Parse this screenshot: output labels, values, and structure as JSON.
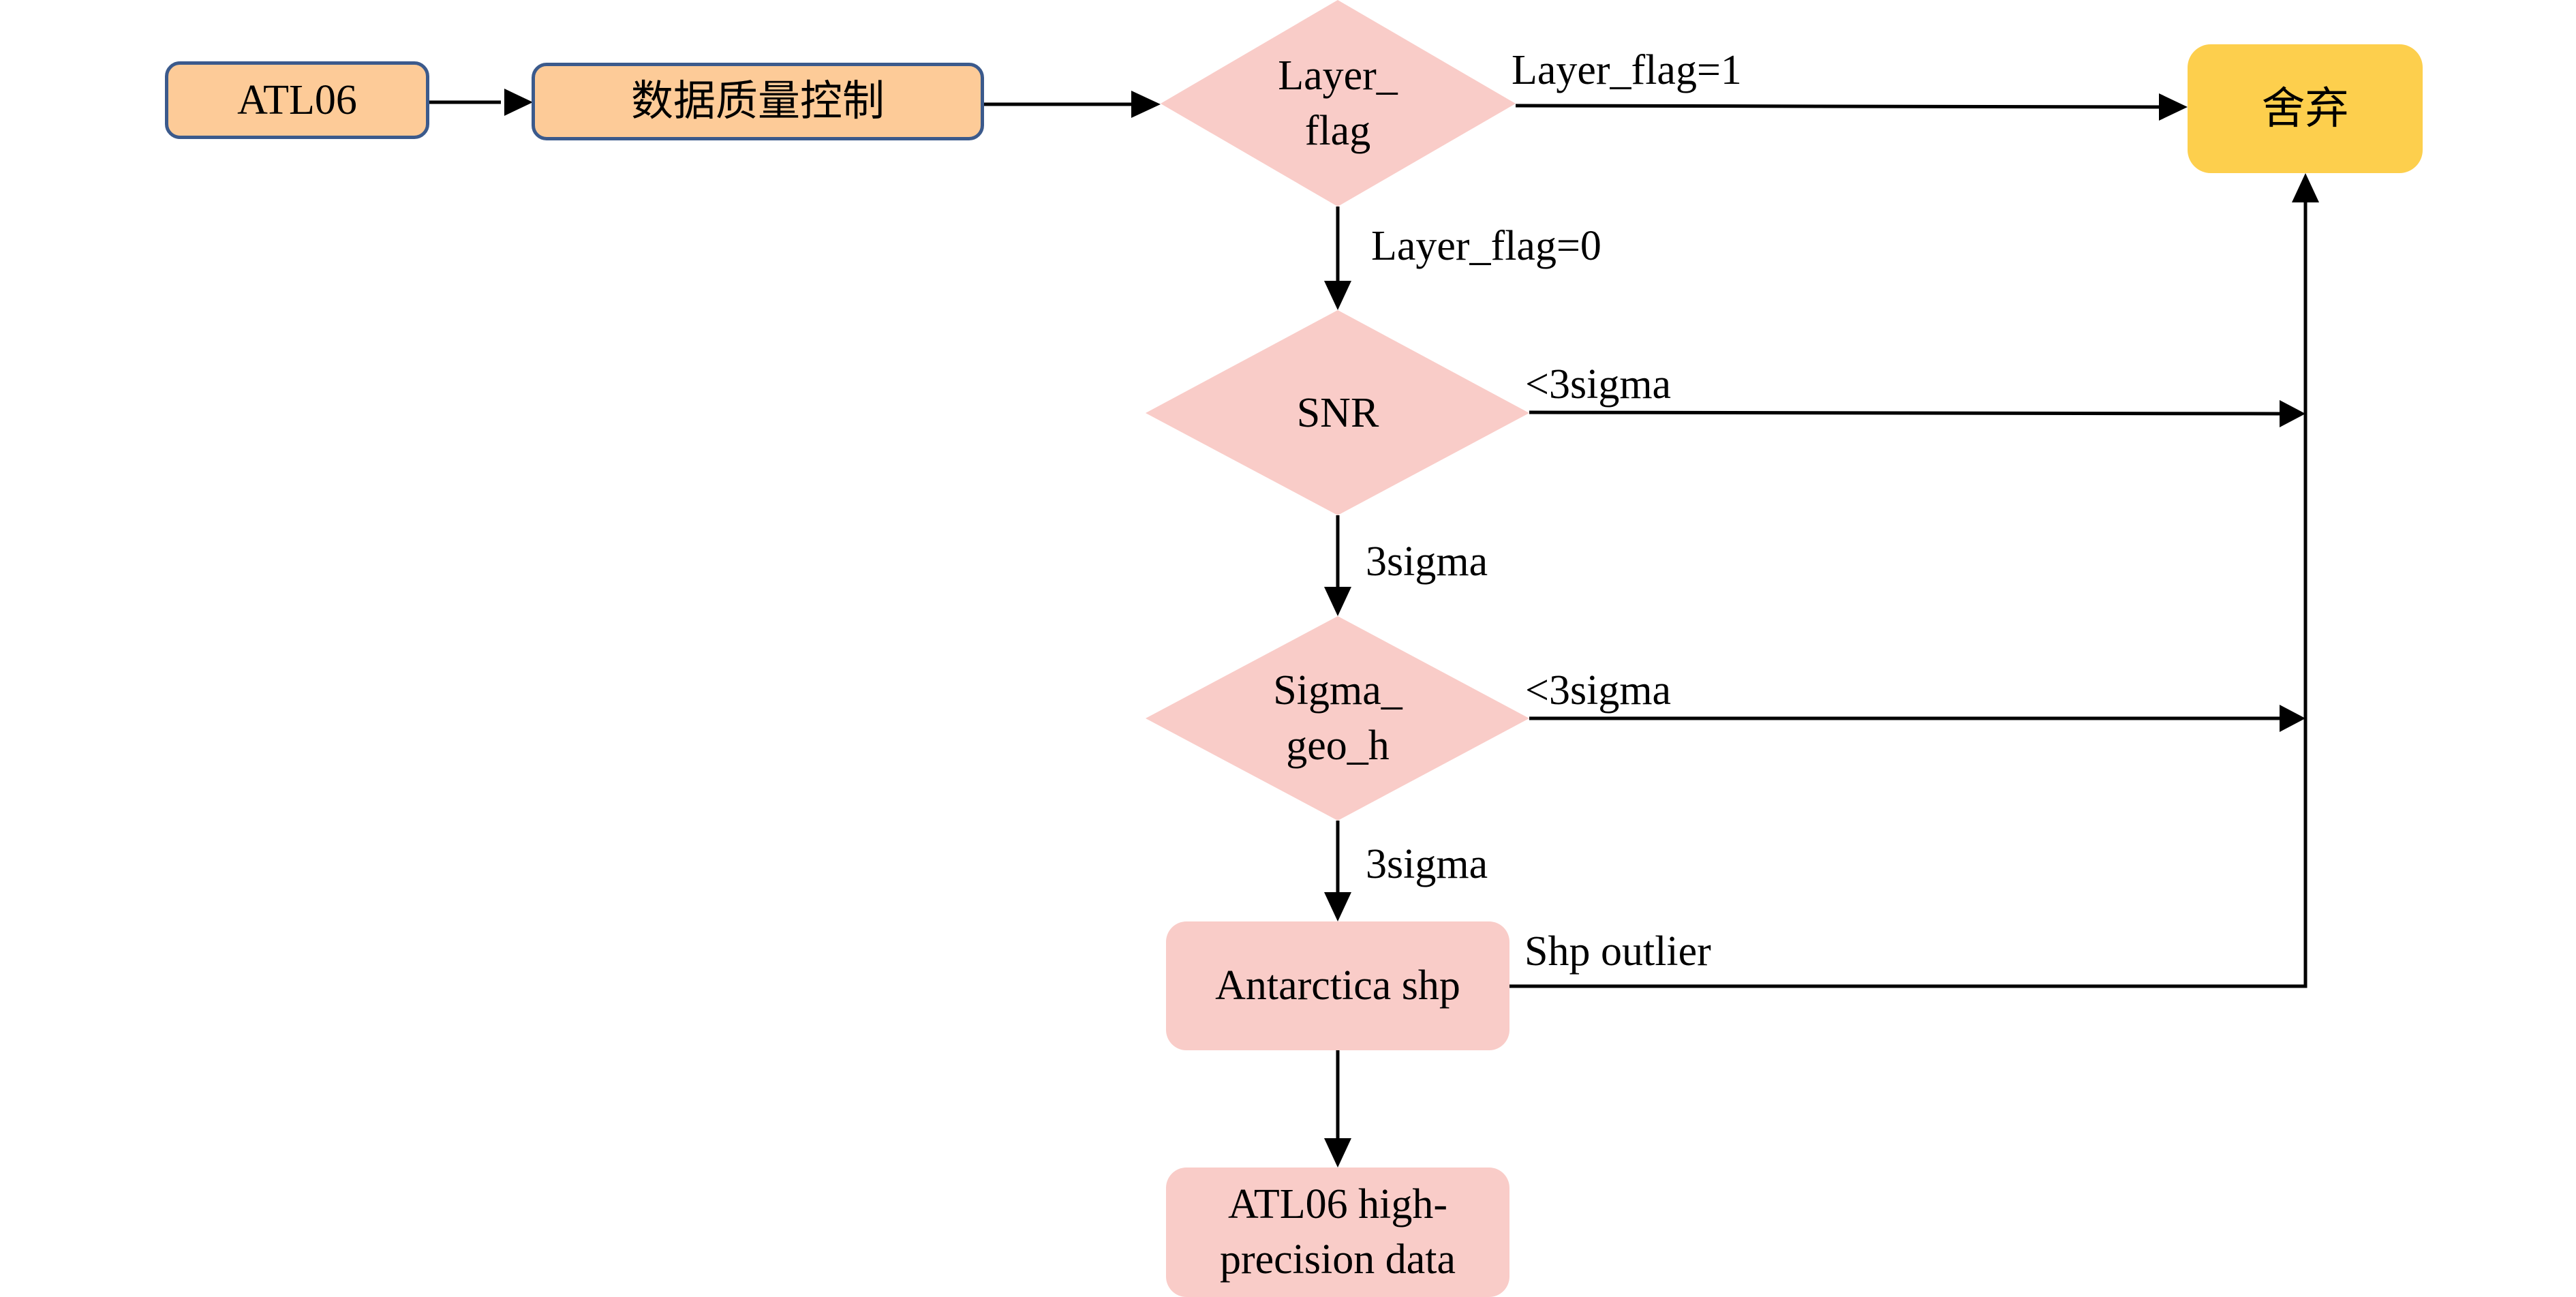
{
  "diagram": {
    "nodes": {
      "atl06": {
        "label": "ATL06",
        "shape": "rounded-rect",
        "fill": "#fdcb98",
        "stroke": "#3b5a8c"
      },
      "quality_control": {
        "label": "数据质量控制",
        "shape": "rounded-rect",
        "fill": "#fdcb98",
        "stroke": "#3b5a8c"
      },
      "layer_flag": {
        "label_line1": "Layer_",
        "label_line2": "flag",
        "shape": "diamond",
        "fill": "#f9ccc8"
      },
      "discard": {
        "label": "舍弃",
        "shape": "rounded-rect",
        "fill": "#fdcf4d"
      },
      "snr": {
        "label": "SNR",
        "shape": "diamond",
        "fill": "#f9ccc8"
      },
      "sigma_geo_h": {
        "label_line1": "Sigma_",
        "label_line2": "geo_h",
        "shape": "diamond",
        "fill": "#f9ccc8"
      },
      "antarctica_shp": {
        "label": "Antarctica shp",
        "shape": "rounded-rect",
        "fill": "#f9ccc8"
      },
      "high_precision": {
        "label_line1": "ATL06 high-",
        "label_line2": "precision data",
        "shape": "rounded-rect",
        "fill": "#f9ccc8"
      }
    },
    "edges": [
      {
        "from": "atl06",
        "to": "quality_control",
        "label": ""
      },
      {
        "from": "quality_control",
        "to": "layer_flag",
        "label": ""
      },
      {
        "from": "layer_flag",
        "to": "discard",
        "label": "Layer_flag=1"
      },
      {
        "from": "layer_flag",
        "to": "snr",
        "label": "Layer_flag=0"
      },
      {
        "from": "snr",
        "to": "discard",
        "label": "<3sigma"
      },
      {
        "from": "snr",
        "to": "sigma_geo_h",
        "label": "3sigma"
      },
      {
        "from": "sigma_geo_h",
        "to": "discard",
        "label": "<3sigma"
      },
      {
        "from": "sigma_geo_h",
        "to": "antarctica_shp",
        "label": "3sigma"
      },
      {
        "from": "antarctica_shp",
        "to": "discard",
        "label": "Shp outlier"
      },
      {
        "from": "antarctica_shp",
        "to": "high_precision",
        "label": ""
      }
    ]
  }
}
